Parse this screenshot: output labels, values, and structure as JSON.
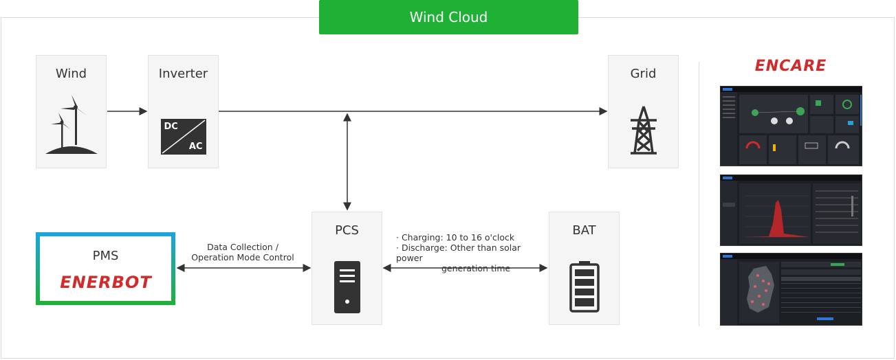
{
  "title": "Wind Cloud",
  "nodes": {
    "wind": "Wind",
    "inverter": "Inverter",
    "inverter_dc": "DC",
    "inverter_ac": "AC",
    "grid": "Grid",
    "pcs": "PCS",
    "bat": "BAT",
    "pms": "PMS"
  },
  "logos": {
    "enerbot": "ENERBOT",
    "encare": "ENCARE"
  },
  "notes": {
    "pms_pcs_line1": "Data Collection /",
    "pms_pcs_line2": "Operation Mode Control",
    "charge_line1": "· Charging: 10 to 16 o'clock",
    "charge_line2": "· Discharge: Other than solar power",
    "charge_line3": "generation time"
  },
  "colors": {
    "title_bg": "#1eb136",
    "icon": "#333333",
    "logo_red": "#d12b2b",
    "pms_border_top": "#1aa6e0",
    "pms_border_bottom": "#1eb136"
  },
  "screenshots": [
    {
      "name": "dashboard-overview"
    },
    {
      "name": "generation-chart"
    },
    {
      "name": "site-map-table"
    }
  ]
}
